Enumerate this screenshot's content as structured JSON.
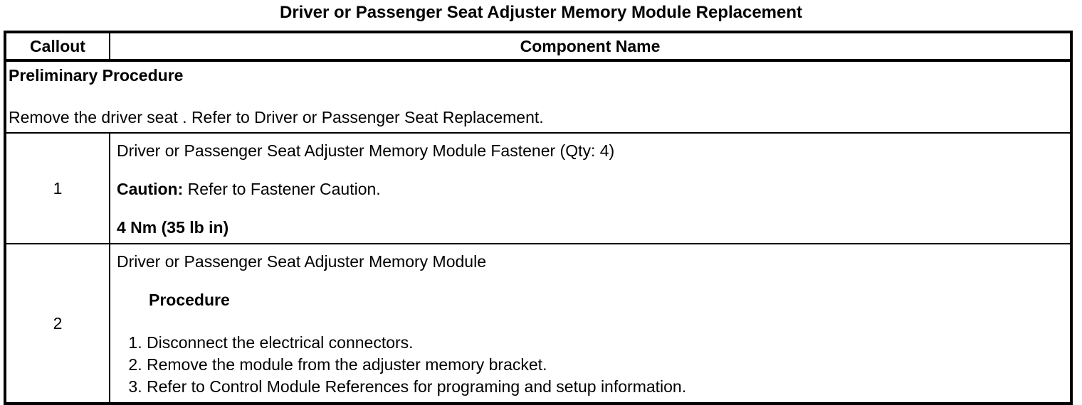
{
  "title": "Driver or Passenger Seat Adjuster Memory Module Replacement",
  "table": {
    "headers": {
      "callout": "Callout",
      "component": "Component Name"
    },
    "preliminary": {
      "heading": "Preliminary Procedure",
      "text": "Remove the driver seat . Refer to Driver or Passenger Seat Replacement."
    },
    "rows": [
      {
        "callout": "1",
        "component_name": "Driver or Passenger Seat Adjuster Memory Module Fastener (Qty: 4)",
        "caution_label": "Caution:",
        "caution_text": "Refer to Fastener Caution.",
        "torque": "4 Nm (35 lb in)"
      },
      {
        "callout": "2",
        "component_name": "Driver or Passenger Seat Adjuster Memory Module",
        "procedure_heading": "Procedure",
        "steps": [
          "Disconnect the electrical connectors.",
          "Remove the module from the adjuster memory bracket.",
          "Refer to Control Module References for programing and setup information."
        ]
      }
    ]
  },
  "colors": {
    "text": "#000000",
    "border": "#000000",
    "background": "#ffffff"
  }
}
